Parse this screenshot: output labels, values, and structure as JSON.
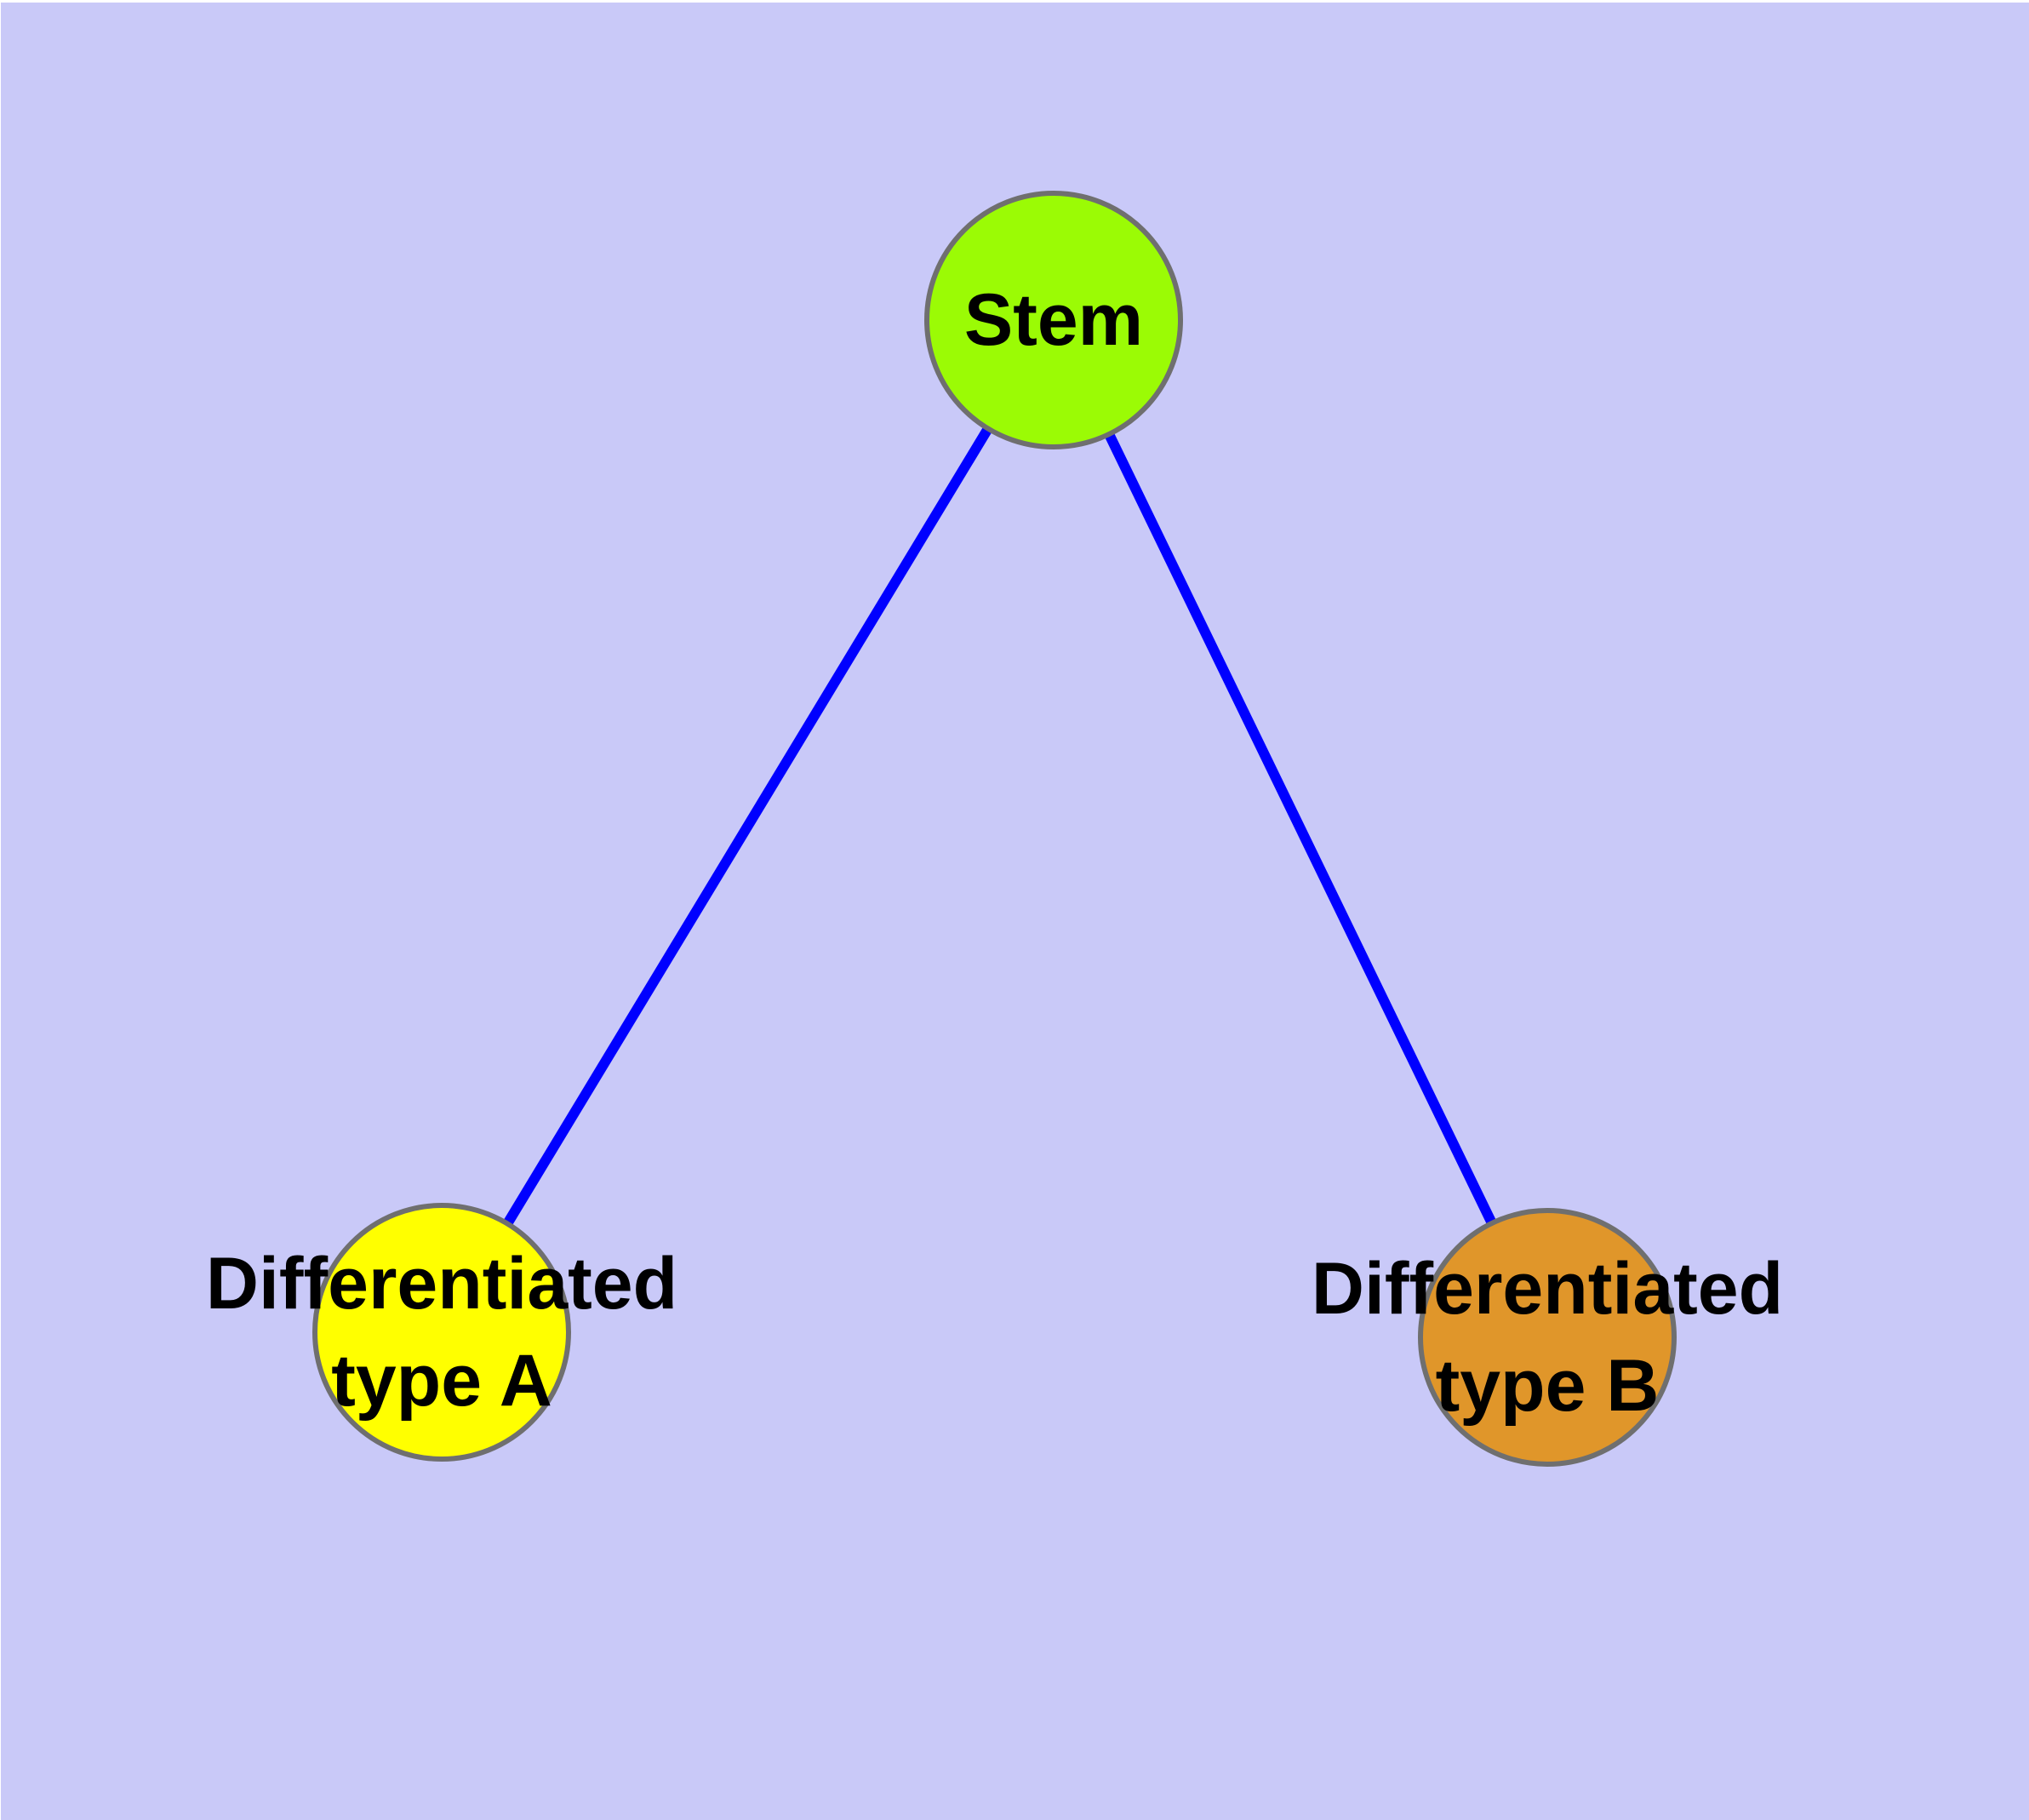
{
  "diagram": {
    "type": "graph",
    "background_color": "#C9C9F8",
    "figure_margin_color": "#FFFFFF",
    "edge_color": "#0000FF",
    "node_border_color": "#6F6F6F",
    "label_color": "#000000",
    "nodes": [
      {
        "id": "stem",
        "label": "Stem",
        "label_lines": [
          "Stem"
        ],
        "fill": "#9BFB05"
      },
      {
        "id": "differentiated-type-a",
        "label": "Differentiated type A",
        "label_lines": [
          "Differentiated",
          "type A"
        ],
        "fill": "#FFFF00"
      },
      {
        "id": "differentiated-type-b",
        "label": "Differentiated type B",
        "label_lines": [
          "Differentiated",
          "type B"
        ],
        "fill": "#E0962A"
      }
    ],
    "edges": [
      {
        "source": "stem",
        "target": "differentiated-type-a"
      },
      {
        "source": "stem",
        "target": "differentiated-type-b"
      }
    ]
  }
}
